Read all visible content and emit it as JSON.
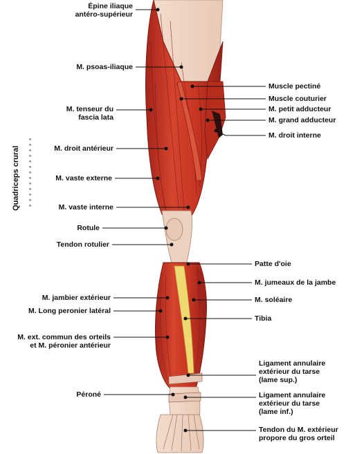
{
  "side_label": "Quadriceps crural",
  "labels_left": [
    {
      "id": "epine-iliaque",
      "lines": [
        "Épine iliaque",
        "antéro-supérieur"
      ]
    },
    {
      "id": "psoas-iliaque",
      "lines": [
        "M. psoas-iliaque"
      ]
    },
    {
      "id": "tenseur-fascia-lata",
      "lines": [
        "M. tenseur du",
        "fascia lata"
      ]
    },
    {
      "id": "droit-anterieur",
      "lines": [
        "M. droit antérieur"
      ]
    },
    {
      "id": "vaste-externe",
      "lines": [
        "M. vaste externe"
      ]
    },
    {
      "id": "vaste-interne",
      "lines": [
        "M. vaste interne"
      ]
    },
    {
      "id": "rotule",
      "lines": [
        "Rotule"
      ]
    },
    {
      "id": "tendon-rotulier",
      "lines": [
        "Tendon rotulier"
      ]
    },
    {
      "id": "jambier-exterieur",
      "lines": [
        "M. jambier extérieur"
      ]
    },
    {
      "id": "long-peronier-lateral",
      "lines": [
        "M. Long peronier latéral"
      ]
    },
    {
      "id": "ext-commun-orteils",
      "lines": [
        "M. ext. commun des orteils",
        "et M. péronier antérieur"
      ]
    },
    {
      "id": "perone",
      "lines": [
        "Péroné"
      ]
    }
  ],
  "labels_right": [
    {
      "id": "muscle-pectine",
      "lines": [
        "Muscle pectiné"
      ]
    },
    {
      "id": "muscle-couturier",
      "lines": [
        "Muscle couturier"
      ]
    },
    {
      "id": "petit-adducteur",
      "lines": [
        "M. petit adducteur"
      ]
    },
    {
      "id": "grand-adducteur",
      "lines": [
        "M. grand adducteur"
      ]
    },
    {
      "id": "droit-interne",
      "lines": [
        "M. droit interne"
      ]
    },
    {
      "id": "patte-d-oie",
      "lines": [
        "Patte d'oie"
      ]
    },
    {
      "id": "jumeaux-jambe",
      "lines": [
        "M. jumeaux de la jambe"
      ]
    },
    {
      "id": "soleaire",
      "lines": [
        "M. soléaire"
      ]
    },
    {
      "id": "tibia",
      "lines": [
        "Tibia"
      ]
    },
    {
      "id": "ligament-annulaire-sup",
      "lines": [
        "Ligament annulaire",
        "extérieur  du tarse",
        "(lame sup.)"
      ]
    },
    {
      "id": "ligament-annulaire-inf",
      "lines": [
        "Ligament annulaire",
        "extérieur du tarse",
        "(lame inf.)"
      ]
    },
    {
      "id": "tendon-extenseur-orteil",
      "lines": [
        "Tendon du M. extérieur",
        "propore du gros orteil"
      ]
    }
  ],
  "colors": {
    "muscle": "#c8331f",
    "muscle_dark": "#8e1c12",
    "muscle_light": "#e2654c",
    "tendon": "#efd7c5",
    "bone": "#f0d870",
    "leader": "#111111"
  }
}
